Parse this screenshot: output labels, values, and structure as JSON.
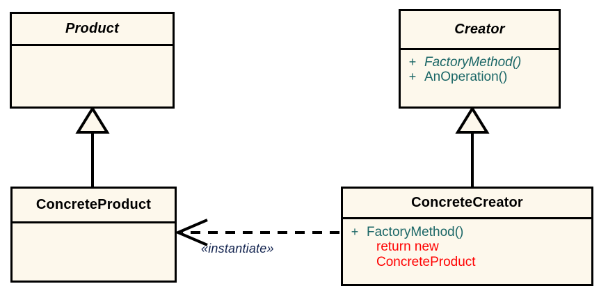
{
  "diagram": {
    "type": "uml-class-diagram",
    "pattern": "Factory Method",
    "background_color": "#FFFFFF",
    "class_fill_color": "#FDF8EC",
    "border_color": "#000000",
    "member_text_color": "#1A6666",
    "code_text_color": "#FF0000",
    "stereotype_text_color": "#11224E"
  },
  "classes": {
    "product": {
      "name": "Product",
      "abstract": true,
      "members": []
    },
    "creator": {
      "name": "Creator",
      "abstract": true,
      "members": [
        {
          "visibility": "+",
          "name": "FactoryMethod()",
          "abstract": true
        },
        {
          "visibility": "+",
          "name": "AnOperation()",
          "abstract": false
        }
      ]
    },
    "concrete_product": {
      "name": "ConcreteProduct",
      "abstract": false,
      "members": []
    },
    "concrete_creator": {
      "name": "ConcreteCreator",
      "abstract": false,
      "members": [
        {
          "visibility": "+",
          "name": "FactoryMethod()",
          "abstract": false
        }
      ],
      "code_lines": [
        "return new",
        "ConcreteProduct"
      ]
    }
  },
  "relationships": {
    "product_generalization": {
      "kind": "generalization",
      "from": "ConcreteProduct",
      "to": "Product",
      "label": ""
    },
    "creator_generalization": {
      "kind": "generalization",
      "from": "ConcreteCreator",
      "to": "Creator",
      "label": ""
    },
    "instantiate_dependency": {
      "kind": "dependency",
      "from": "ConcreteCreator",
      "to": "ConcreteProduct",
      "label": "«instantiate»"
    }
  }
}
